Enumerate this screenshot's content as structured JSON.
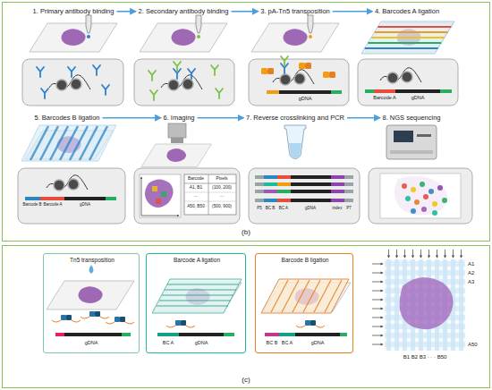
{
  "diagram": {
    "nodes": [
      {
        "text": [
          "(b)"
        ]
      },
      {
        "text": [
          "1. Primary antibody binding"
        ],
        "in": 0
      },
      {
        "text": [
          "2. Secondary antibody binding"
        ],
        "in": 0
      },
      {
        "text": [
          "3. pA-Tn5 transposition"
        ],
        "in": 0
      },
      {
        "text": [
          "4. Barcodes A ligation"
        ],
        "in": 0
      },
      {
        "text": [
          "5. Barcodes B ligation"
        ],
        "in": 0
      },
      {
        "text": [
          "6. Imaging"
        ],
        "in": 0
      },
      {
        "text": [
          "7. Reverse crosslinking and PCR"
        ],
        "in": 0
      },
      {
        "text": [
          "8. NGS sequencing"
        ],
        "in": 0
      },
      {
        "text": [
          "(c)"
        ]
      },
      {
        "text": [
          "Tn5 transposition",
          "gDNA"
        ],
        "in": 9
      },
      {
        "text": [
          "Barcode A ligation",
          "BC A",
          "gDNA"
        ],
        "in": 9
      },
      {
        "text": [
          "Barcode B ligation",
          "BC B",
          "BC A",
          "gDNA"
        ],
        "in": 9
      }
    ],
    "edges": [
      {
        "from": 1,
        "to": 2,
        "arrow": "to"
      },
      {
        "from": 2,
        "to": 3,
        "arrow": "to"
      },
      {
        "from": 3,
        "to": 4,
        "arrow": "to"
      },
      {
        "from": 5,
        "to": 6,
        "arrow": "to"
      },
      {
        "from": 6,
        "to": 7,
        "arrow": "to"
      },
      {
        "from": 7,
        "to": 8,
        "arrow": "to"
      }
    ],
    "labels": [
      "gDNA",
      "Barcode A",
      "gDNA",
      "Barcode B",
      "Barcode A",
      "gDNA",
      "Barcode",
      "Pixels",
      "A1, B1",
      "(100, 200)",
      "...",
      "...",
      "A50, B50",
      "(500, 900)",
      "P5",
      "BC B",
      "BC A",
      "gDNA",
      "index",
      "P7",
      "A1",
      "A2",
      "A3",
      "A50",
      "B1 B2 B3 · · · B50"
    ]
  }
}
